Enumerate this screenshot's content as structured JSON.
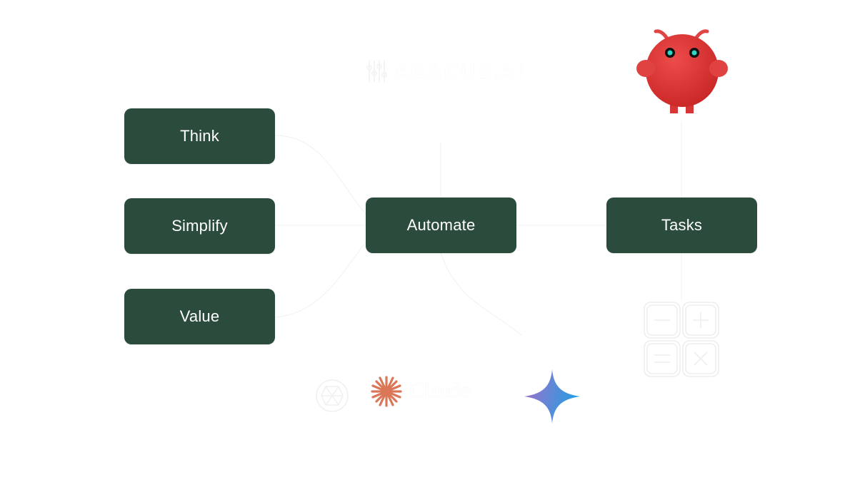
{
  "diagram": {
    "nodes": [
      {
        "id": "think",
        "label": "Think"
      },
      {
        "id": "simplify",
        "label": "Simplify"
      },
      {
        "id": "value",
        "label": "Value"
      },
      {
        "id": "automate",
        "label": "Automate"
      },
      {
        "id": "tasks",
        "label": "Tasks"
      }
    ],
    "edges": [
      {
        "from": "think",
        "to": "automate"
      },
      {
        "from": "simplify",
        "to": "automate"
      },
      {
        "from": "value",
        "to": "automate"
      },
      {
        "from": "automate",
        "to": "tasks"
      }
    ]
  },
  "logos": {
    "abacus": {
      "text": "ABACUS.AI",
      "icon": "abacus-logo-icon"
    },
    "claude": {
      "text": "Claude",
      "icon": "claude-asterisk-icon",
      "color": "#d97757"
    },
    "openai": {
      "icon": "openai-logo-icon"
    },
    "gemini": {
      "icon": "gemini-sparkle-icon",
      "gradient": [
        "#9b72cb",
        "#1ba1e3"
      ]
    }
  },
  "illustrations": {
    "robot": {
      "icon": "red-robot-mascot-icon",
      "color": "#e03a3a"
    },
    "calculator": {
      "icon": "calculator-icon",
      "symbols": [
        "−",
        "+",
        "=",
        "×"
      ]
    }
  },
  "colors": {
    "node_fill": "#2b4b3d",
    "node_text": "#ffffff",
    "background": "#ffffff"
  }
}
